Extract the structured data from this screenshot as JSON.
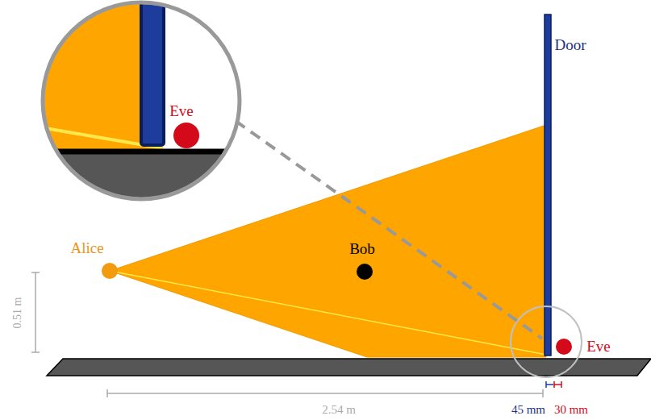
{
  "diagram": {
    "labels": [
      "Eve",
      "Door",
      "Alice",
      "Bob",
      "Eve",
      "0.51 m",
      "2.54 m",
      "45 mm",
      "30 mm"
    ]
  }
}
